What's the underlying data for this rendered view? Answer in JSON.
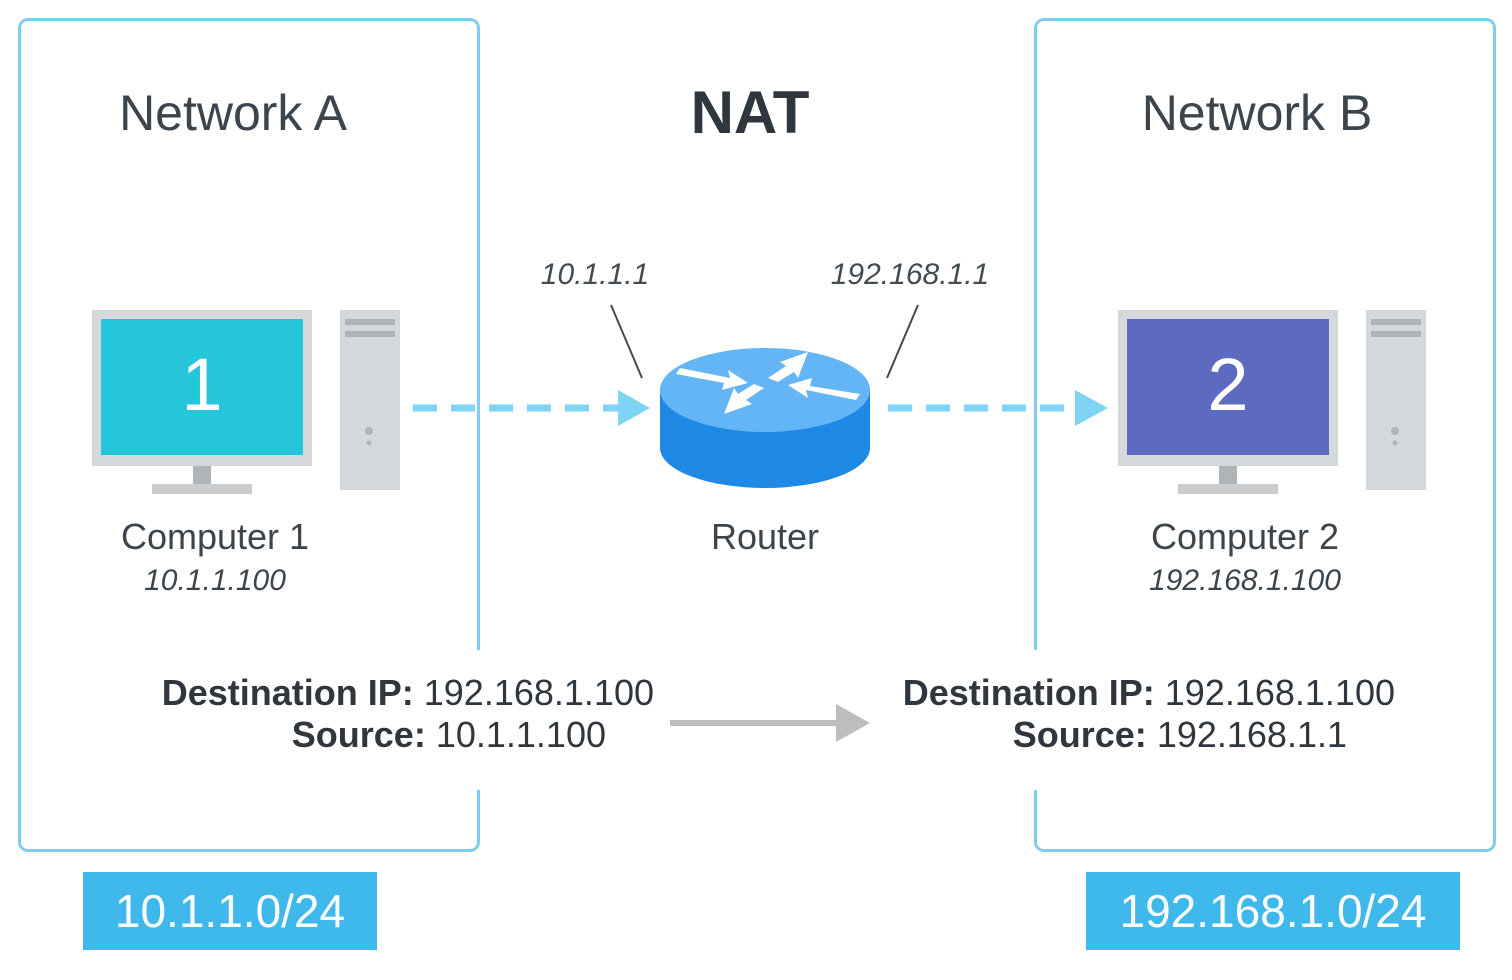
{
  "title": "NAT",
  "network_a": {
    "title": "Network A",
    "subnet": "10.1.1.0/24",
    "computer": {
      "number": "1",
      "label": "Computer 1",
      "ip": "10.1.1.100",
      "screen_color": "#26c6da"
    },
    "packet": {
      "dest_label": "Destination IP:",
      "dest_value": "192.168.1.100",
      "source_label": "Source:",
      "source_value": "10.1.1.100"
    }
  },
  "network_b": {
    "title": "Network B",
    "subnet": "192.168.1.0/24",
    "computer": {
      "number": "2",
      "label": "Computer 2",
      "ip": "192.168.1.100",
      "screen_color": "#5c6bc0"
    },
    "packet": {
      "dest_label": "Destination IP:",
      "dest_value": "192.168.1.100",
      "source_label": "Source:",
      "source_value": "192.168.1.1"
    }
  },
  "router": {
    "label": "Router",
    "ip_inside": "10.1.1.1",
    "ip_outside": "192.168.1.1"
  },
  "colors": {
    "box_border": "#7fcdf0",
    "flow_arrow": "#7fd3f5",
    "router_blue": "#1e88e5",
    "router_top": "#64b5f6",
    "subnet_badge": "#3fb8ec",
    "translation_arrow": "#bdbdbd"
  },
  "icons": {
    "computer": "desktop-computer-icon",
    "router": "router-icon"
  }
}
